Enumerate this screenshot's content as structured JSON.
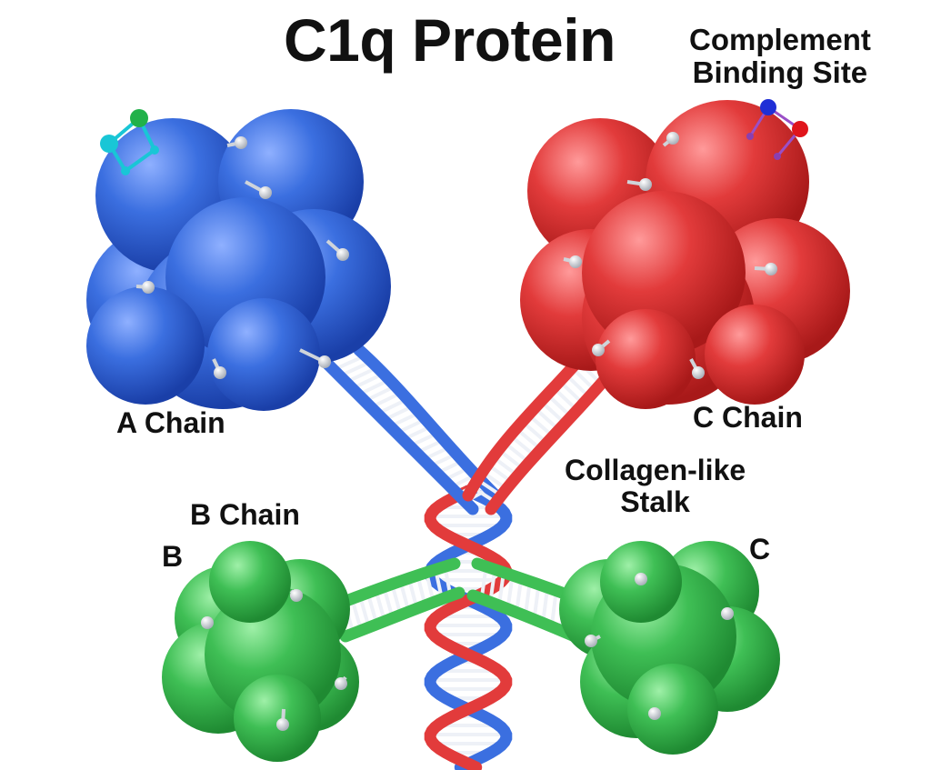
{
  "title": "C1q Protein",
  "labels": {
    "complement_binding_site": [
      "Complement",
      "Binding Site"
    ],
    "a_chain": "A Chain",
    "c_chain": "C Chain",
    "collagen_like_stalk": [
      "Collagen-like",
      "Stalk"
    ],
    "b_chain": "B Chain",
    "b_short": "B",
    "c_short": "C"
  },
  "colors": {
    "a_chain": "#3b6fe0",
    "c_chain": "#e23b3b",
    "b_chain": "#3fbf55",
    "rungs": "#eef1f7",
    "knob": "#d9dde3",
    "ligand_cyan": "#19c6d6",
    "ligand_green": "#21b14a",
    "ligand_blue": "#1f2fd6",
    "ligand_red": "#e0151b"
  },
  "icons": {
    "a_ligand": "molecule-icon",
    "c_ligand": "molecule-icon"
  }
}
